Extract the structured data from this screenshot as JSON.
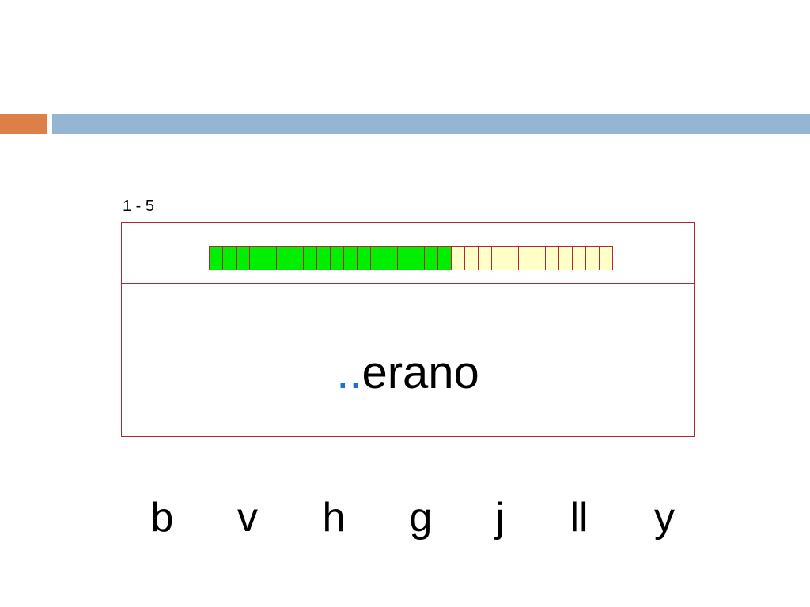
{
  "header": {
    "accent_color": "#dd8047",
    "band_color": "#94b6d2"
  },
  "range_label": "1 - 5",
  "progress": {
    "total_segments": 30,
    "filled_segments": 18,
    "filled_color": "#00ee00",
    "empty_color": "#ffffc8",
    "border_color": "#b0273a"
  },
  "word": {
    "prefix": "..",
    "prefix_color": "#1f6fd8",
    "stem": "erano"
  },
  "letters": [
    "b",
    "v",
    "h",
    "g",
    "j",
    "ll",
    "y"
  ]
}
